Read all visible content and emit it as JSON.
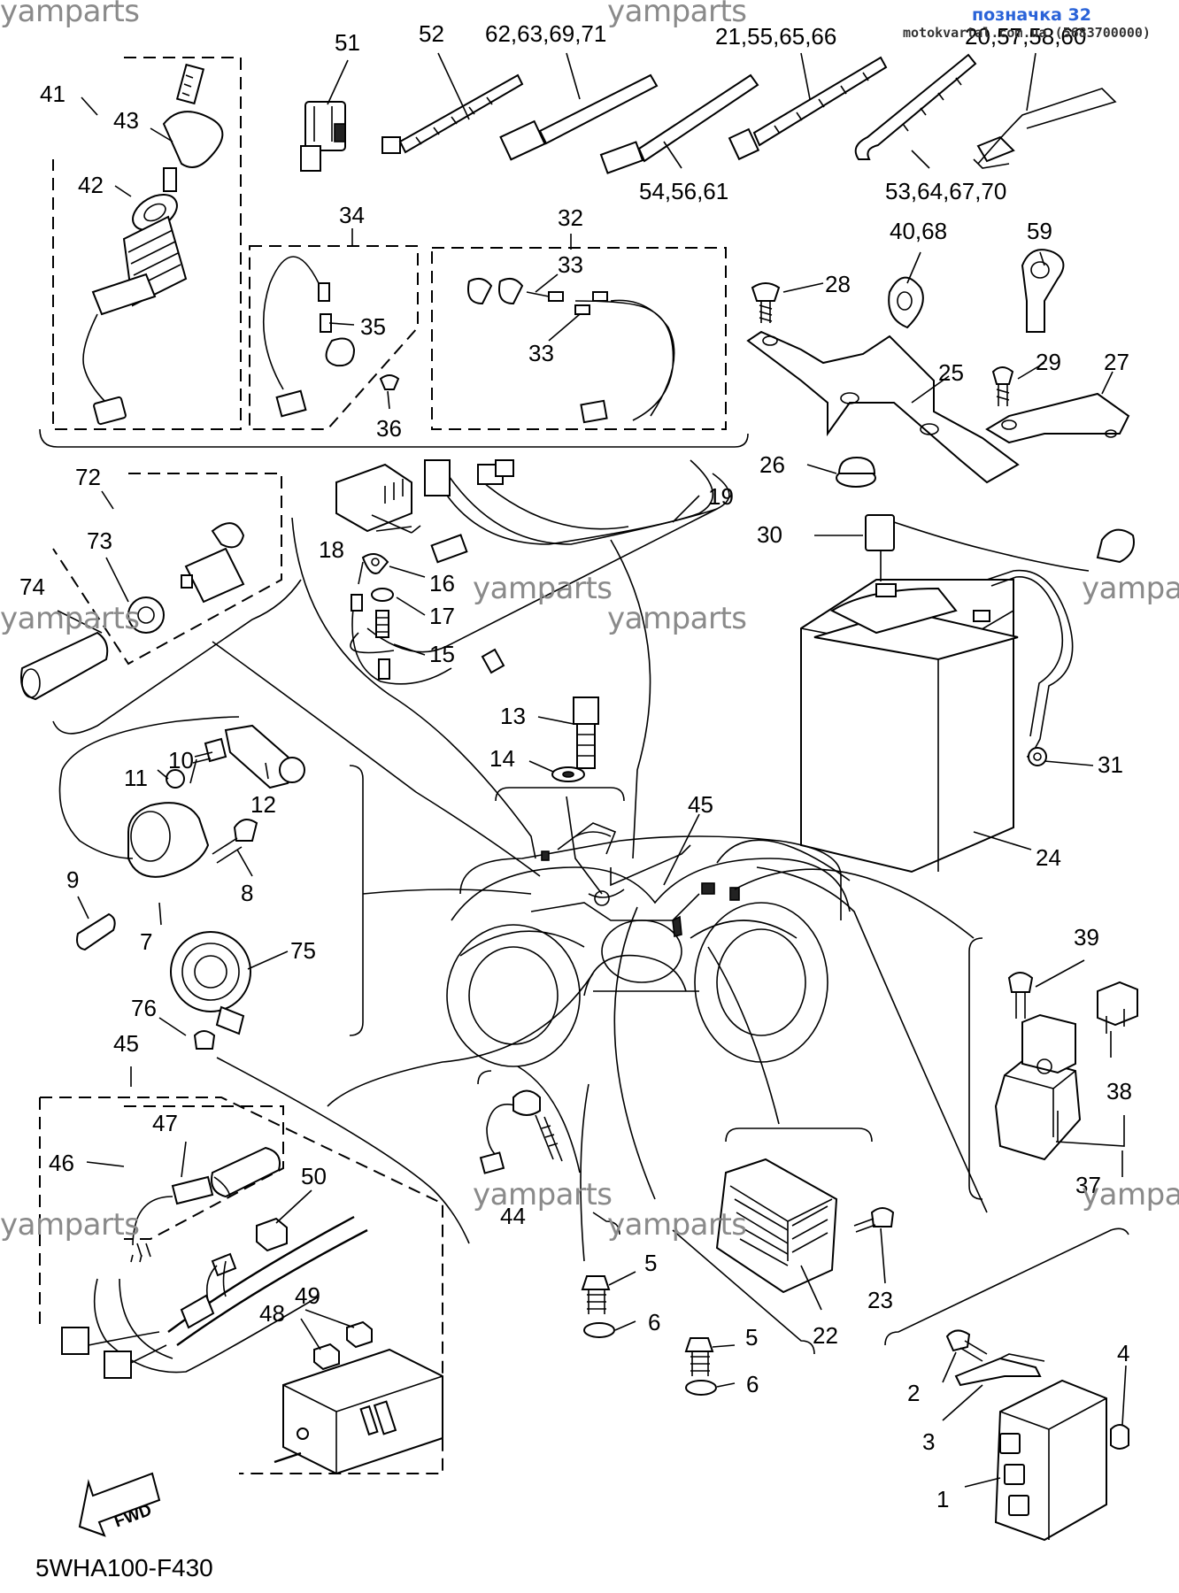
{
  "header": {
    "badge": "позначка 32",
    "site": "motokvartal.com.ua (5683700000)"
  },
  "watermarks": [
    "yamparts",
    "yamparts",
    "yamparts",
    "yamparts",
    "yampa",
    "yamparts",
    "yamparts",
    "yamparts",
    "yamparts",
    "yampa"
  ],
  "diagram_code": "5WHA100-F430",
  "fwd_label": "FWD",
  "callouts": [
    "51",
    "52",
    "62,63,69,71",
    "21,55,65,66",
    "20,57,58,60",
    "54,56,61",
    "53,64,67,70",
    "41",
    "43",
    "42",
    "34",
    "35",
    "36",
    "32",
    "33",
    "33",
    "28",
    "40,68",
    "59",
    "25",
    "29",
    "27",
    "26",
    "72",
    "73",
    "74",
    "18",
    "19",
    "16",
    "17",
    "15",
    "30",
    "31",
    "24",
    "13",
    "14",
    "45",
    "10",
    "11",
    "12",
    "9",
    "8",
    "7",
    "75",
    "76",
    "39",
    "38",
    "37",
    "45",
    "46",
    "47",
    "50",
    "49",
    "48",
    "44",
    "5",
    "6",
    "5",
    "6",
    "23",
    "22",
    "2",
    "3",
    "4",
    "1"
  ]
}
